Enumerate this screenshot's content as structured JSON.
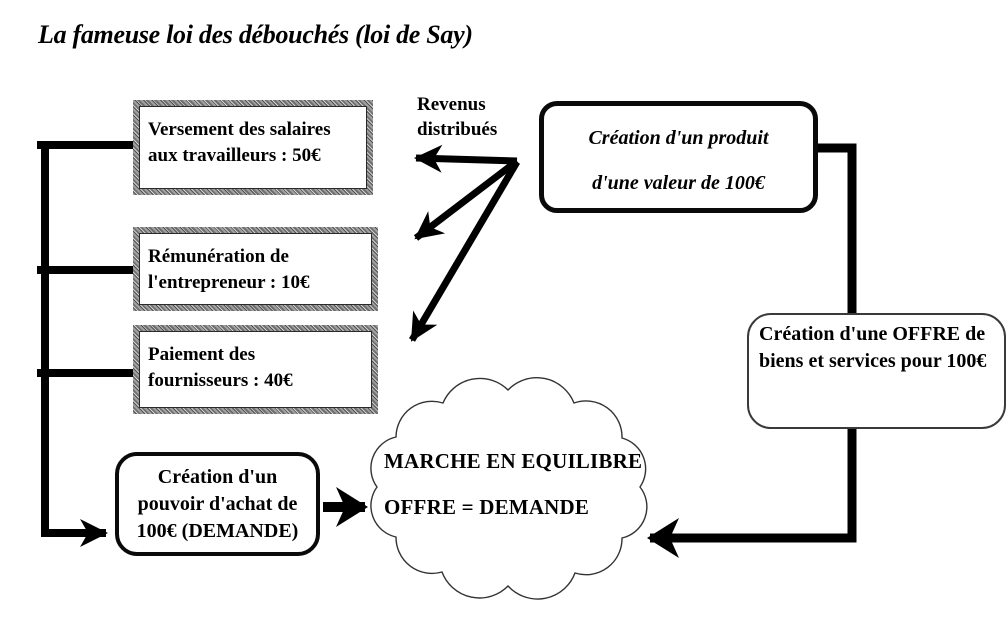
{
  "title": "La fameuse loi des débouchés (loi de Say)",
  "label_revenus": "Revenus\ndistribués",
  "boxes": {
    "salaires": "Versement des salaires\naux travailleurs : 50€",
    "entrepreneur": "Rémunération de\nl'entrepreneur : 10€",
    "fournisseurs": "Paiement des\nfournisseurs : 40€",
    "demande": "Création d'un\npouvoir d'achat de\n100€ (DEMANDE)",
    "produit_line1": "Création d'un produit",
    "produit_line2": "d'une valeur de 100€",
    "offre": "Création d'une OFFRE de\nbiens et services pour 100€"
  },
  "cloud": {
    "line1": "MARCHE EN EQUILIBRE",
    "line2": "OFFRE = DEMANDE"
  },
  "colors": {
    "line": "#000000",
    "textured_border": "#8a8a8a",
    "cloud_outline": "#333333",
    "background": "#ffffff"
  }
}
